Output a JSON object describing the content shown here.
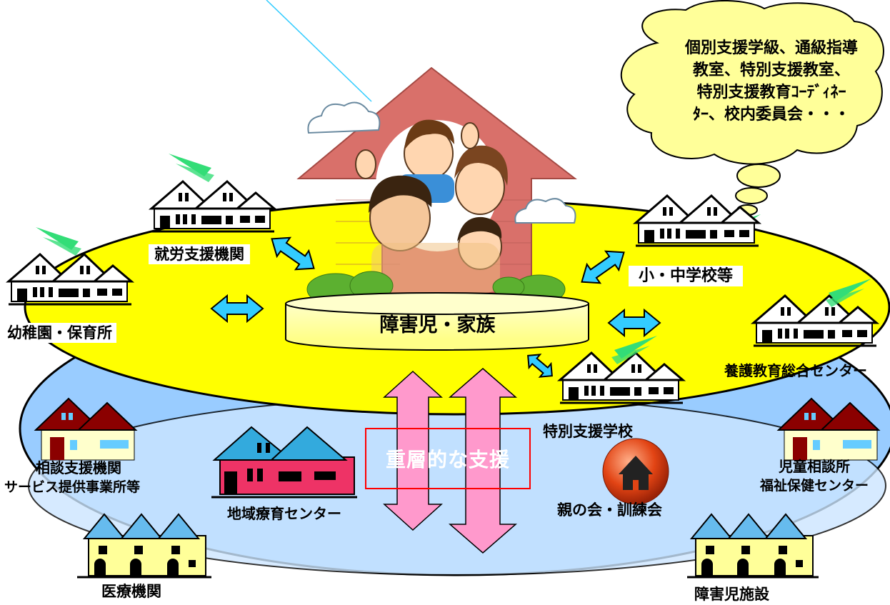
{
  "center": "障害児・家族",
  "thought_bubble": [
    "個別支援学級、通級指導",
    "教室、特別支援教室、",
    "特別支援教育ｺｰﾃﾞｨﾈｰ",
    "ﾀｰ、校内委員会・・・"
  ],
  "multilayer_support": "重層的な支援",
  "institutions": {
    "employment": "就労支援機関",
    "kindergarten": "幼稚園・保育所",
    "school": "小・中学校等",
    "special_school": "特別支援学校",
    "education_center": "養護教育総合センター",
    "consultation_line1": "相談支援機関",
    "consultation_line2": "サービス提供事業所等",
    "regional_center": "地域療育センター",
    "parents_group": "親の会・訓練会",
    "child_guidance_line1": "児童相談所",
    "child_guidance_line2": "福祉保健センター",
    "medical": "医療機関",
    "disabled_facility": "障害児施設"
  },
  "colors": {
    "inner_ellipse": "#ffff00",
    "outer_ring": "#99ccff",
    "arrow_horizontal": "#33ccff",
    "arrow_vertical": "#ff99cc",
    "house_arrow": "#d9706a",
    "support_box_border": "#ff0000"
  }
}
